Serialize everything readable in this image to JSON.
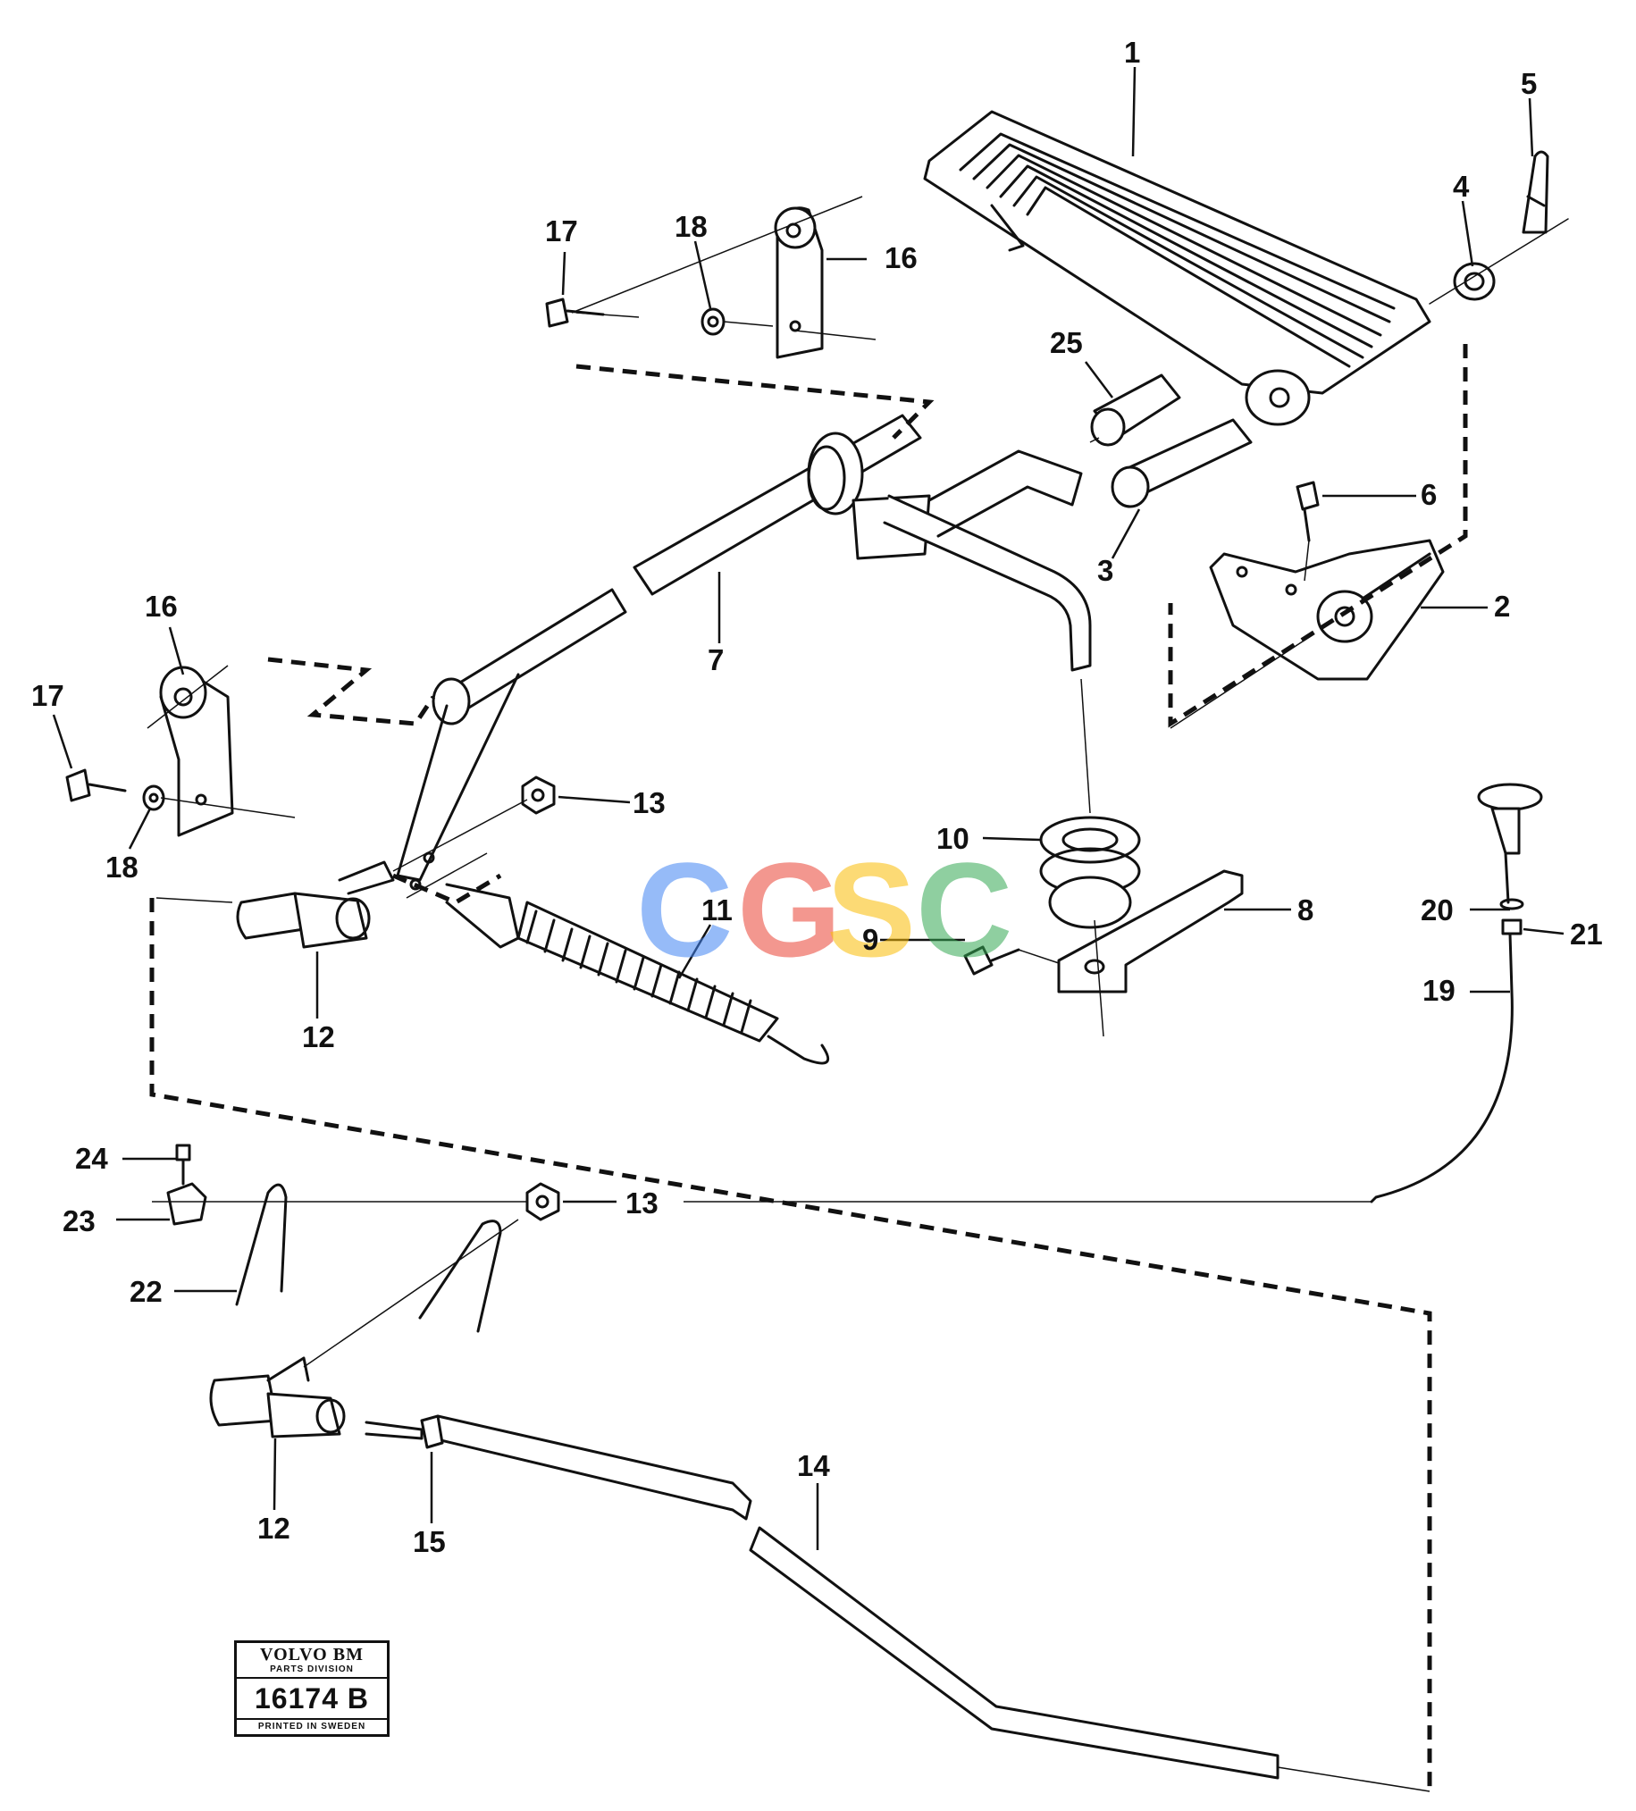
{
  "callouts": [
    {
      "id": "c1",
      "label": "1"
    },
    {
      "id": "c2",
      "label": "2"
    },
    {
      "id": "c3",
      "label": "3"
    },
    {
      "id": "c4",
      "label": "4"
    },
    {
      "id": "c5",
      "label": "5"
    },
    {
      "id": "c6",
      "label": "6"
    },
    {
      "id": "c7",
      "label": "7"
    },
    {
      "id": "c8",
      "label": "8"
    },
    {
      "id": "c9",
      "label": "9"
    },
    {
      "id": "c10",
      "label": "10"
    },
    {
      "id": "c11",
      "label": "11"
    },
    {
      "id": "c12a",
      "label": "12"
    },
    {
      "id": "c12b",
      "label": "12"
    },
    {
      "id": "c13a",
      "label": "13"
    },
    {
      "id": "c13b",
      "label": "13"
    },
    {
      "id": "c14",
      "label": "14"
    },
    {
      "id": "c15",
      "label": "15"
    },
    {
      "id": "c16a",
      "label": "16"
    },
    {
      "id": "c16b",
      "label": "16"
    },
    {
      "id": "c17a",
      "label": "17"
    },
    {
      "id": "c17b",
      "label": "17"
    },
    {
      "id": "c18a",
      "label": "18"
    },
    {
      "id": "c18b",
      "label": "18"
    },
    {
      "id": "c19",
      "label": "19"
    },
    {
      "id": "c20",
      "label": "20"
    },
    {
      "id": "c21",
      "label": "21"
    },
    {
      "id": "c22",
      "label": "22"
    },
    {
      "id": "c23",
      "label": "23"
    },
    {
      "id": "c24",
      "label": "24"
    },
    {
      "id": "c25",
      "label": "25"
    }
  ],
  "watermark": {
    "letters": [
      "C",
      "G",
      "S",
      "C"
    ],
    "colors": [
      "#4285F4",
      "#EA4335",
      "#FBBC05",
      "#34A853"
    ]
  },
  "stamp": {
    "brand": "VOLVO BM",
    "division": "PARTS DIVISION",
    "number": "16174 B",
    "printed": "PRINTED IN SWEDEN"
  }
}
